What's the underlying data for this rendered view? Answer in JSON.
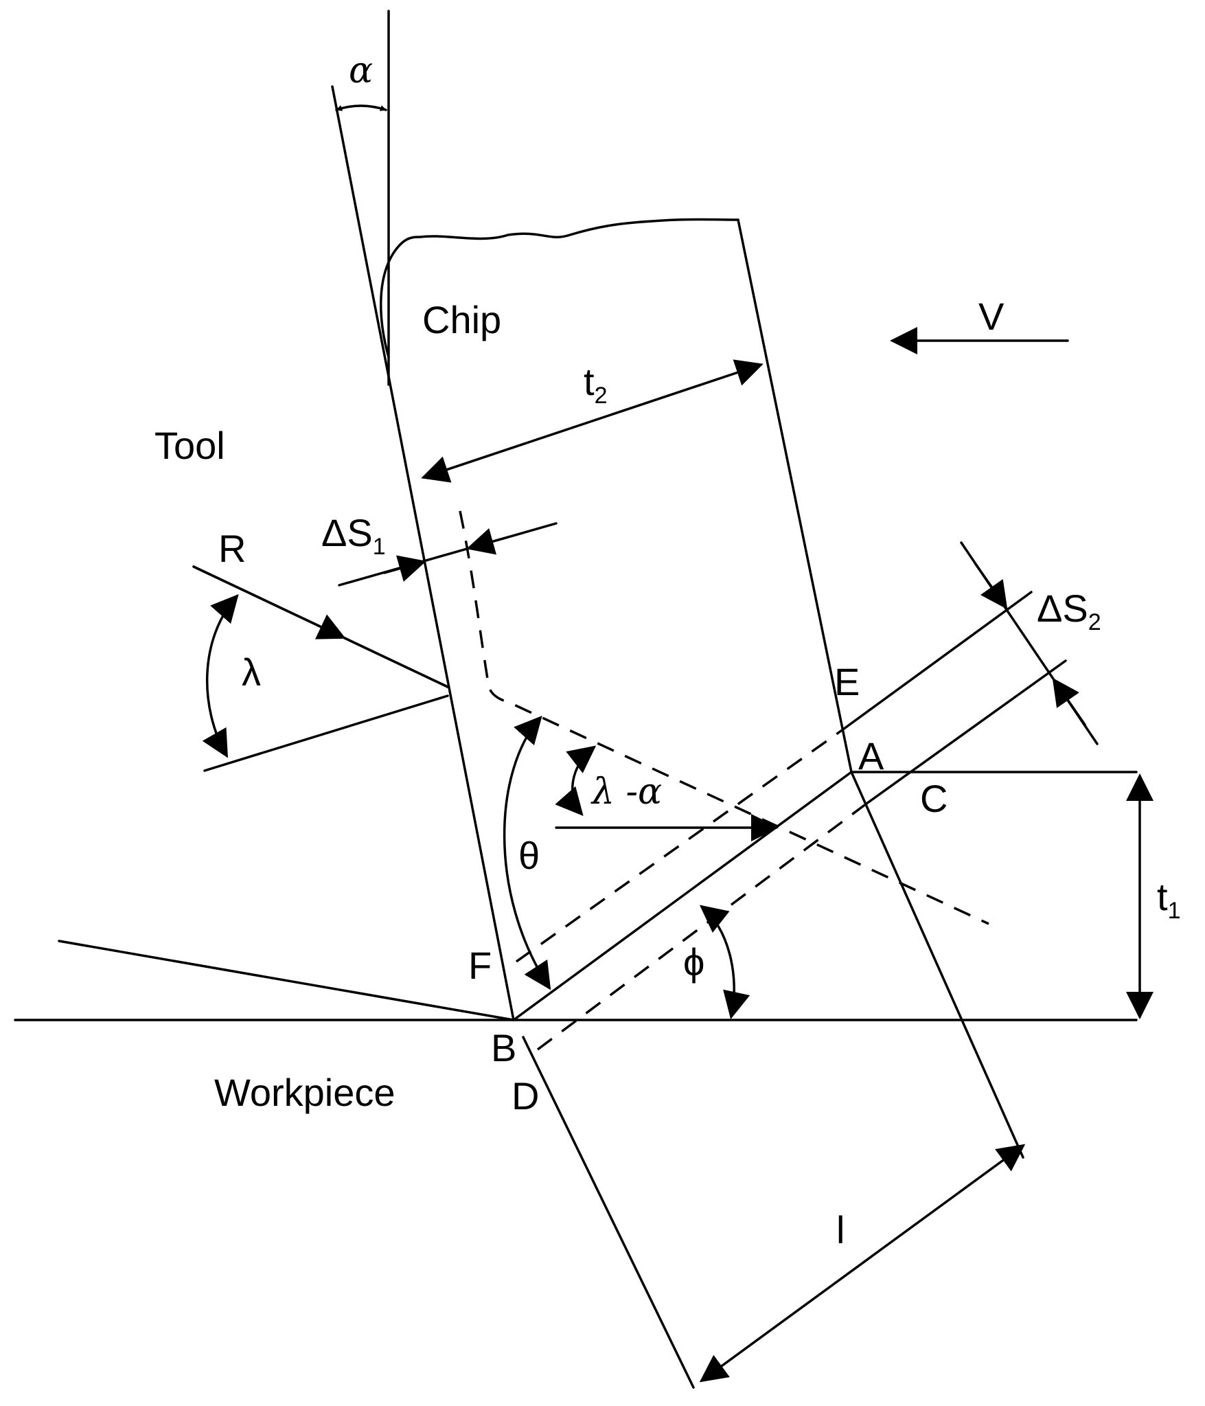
{
  "labels": {
    "alpha": "α",
    "chip": "Chip",
    "tool": "Tool",
    "workpiece": "Workpiece",
    "velocity": "V",
    "t2": "t",
    "t2_sub": "2",
    "t1": "t",
    "t1_sub": "1",
    "ds1": "ΔS",
    "ds1_sub": "1",
    "ds2": "ΔS",
    "ds2_sub": "2",
    "r": "R",
    "lambda": "λ",
    "lambda_alpha": "λ -α",
    "theta": "θ",
    "phi": "ϕ",
    "length": "l",
    "point_a": "A",
    "point_b": "B",
    "point_c": "C",
    "point_d": "D",
    "point_e": "E",
    "point_f": "F"
  }
}
